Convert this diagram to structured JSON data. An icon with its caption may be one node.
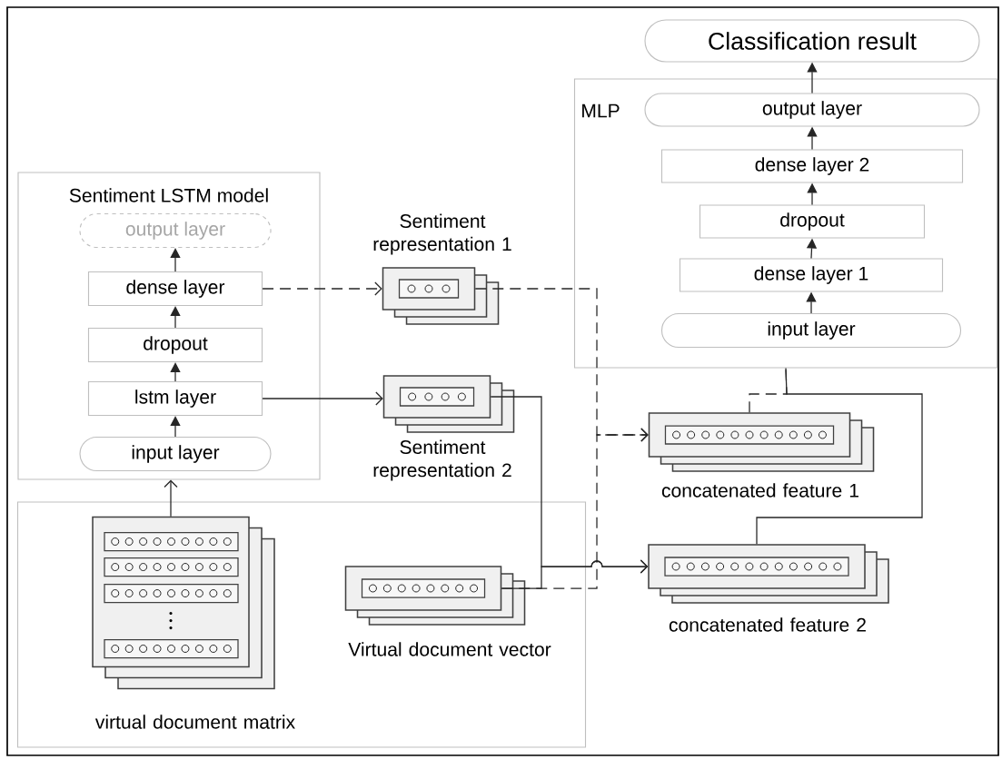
{
  "diagram": {
    "nodes": [
      {
        "text": [
          "Sentiment LSTM model"
        ]
      },
      {
        "text": [
          "output layer"
        ],
        "in": 0
      },
      {
        "text": [
          "dense layer"
        ],
        "in": 0
      },
      {
        "text": [
          "dropout"
        ],
        "in": 0
      },
      {
        "text": [
          "lstm layer"
        ],
        "in": 0
      },
      {
        "text": [
          "input layer"
        ],
        "in": 0
      },
      {
        "text": [
          "Sentiment representation 1"
        ]
      },
      {
        "text": [
          "Sentiment representation 2"
        ]
      },
      {
        "text": [],
        "shape": "box"
      },
      {
        "text": [
          "virtual document matrix"
        ],
        "in": 8
      },
      {
        "text": [
          "Virtual document vector"
        ],
        "in": 8
      },
      {
        "text": [
          "MLP"
        ]
      },
      {
        "text": [
          "Classification result"
        ]
      },
      {
        "text": [
          "output layer"
        ],
        "in": 11
      },
      {
        "text": [
          "dense layer 2"
        ],
        "in": 11
      },
      {
        "text": [
          "dropout"
        ],
        "in": 11
      },
      {
        "text": [
          "dense layer 1"
        ],
        "in": 11
      },
      {
        "text": [
          "input layer"
        ],
        "in": 11
      },
      {
        "text": [
          "concatenated feature 1"
        ]
      },
      {
        "text": [
          "concatenated feature 2"
        ]
      }
    ],
    "edges": [
      {
        "from": 5,
        "to": 4,
        "arrow": "to"
      },
      {
        "from": 4,
        "to": 3,
        "arrow": "to"
      },
      {
        "from": 3,
        "to": 2,
        "arrow": "to"
      },
      {
        "from": 2,
        "to": 1,
        "arrow": "to"
      },
      {
        "from": 9,
        "to": 0,
        "arrow": "to"
      },
      {
        "from": 2,
        "to": 6,
        "arrow": "to",
        "style": "dashed"
      },
      {
        "from": 4,
        "to": 7,
        "arrow": "to"
      },
      {
        "from": 6,
        "to": 18,
        "arrow": "to",
        "style": "dashed"
      },
      {
        "from": 10,
        "to": 18,
        "arrow": "to",
        "style": "dashed"
      },
      {
        "from": 7,
        "to": 19,
        "arrow": "to"
      },
      {
        "from": 10,
        "to": 19,
        "arrow": "to"
      },
      {
        "from": 18,
        "to": 11,
        "arrow": "none",
        "style": "dashed"
      },
      {
        "from": 19,
        "to": 11,
        "arrow": "none"
      },
      {
        "from": 17,
        "to": 16,
        "arrow": "to"
      },
      {
        "from": 16,
        "to": 15,
        "arrow": "to"
      },
      {
        "from": 15,
        "to": 14,
        "arrow": "to"
      },
      {
        "from": 14,
        "to": 13,
        "arrow": "to"
      },
      {
        "from": 13,
        "to": 12,
        "arrow": "to"
      }
    ]
  }
}
